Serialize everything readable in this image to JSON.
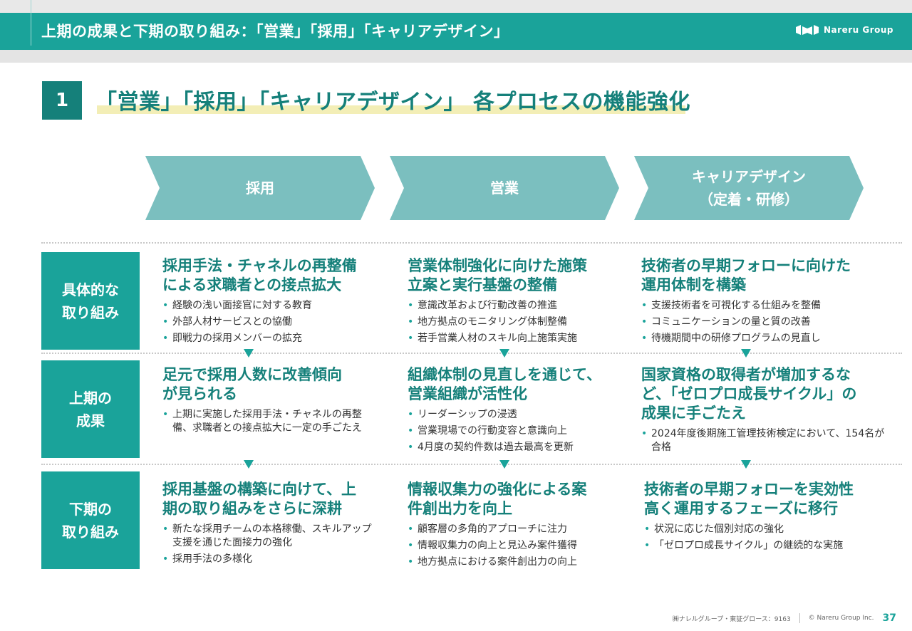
{
  "header": {
    "title": "上期の成果と下期の取り組み：「営業」「採用」「キャリアデザイン」",
    "logo_text": "Nareru Group"
  },
  "section": {
    "number": "1",
    "title": "「営業」「採用」「キャリアデザイン」 各プロセスの機能強化"
  },
  "columns": [
    {
      "line1": "採用",
      "line2": ""
    },
    {
      "line1": "営業",
      "line2": ""
    },
    {
      "line1": "キャリアデザイン",
      "line2": "（定着・研修）"
    }
  ],
  "rows": [
    {
      "label1": "具体的な",
      "label2": "取り組み"
    },
    {
      "label1": "上期の",
      "label2": "成果"
    },
    {
      "label1": "下期の",
      "label2": "取り組み"
    }
  ],
  "cells": [
    [
      {
        "head1": "採用手法・チャネルの再整備",
        "head2": "による求職者との接点拡大",
        "head3": "",
        "bullets": [
          "経験の浅い面接官に対する教育",
          "外部人材サービスとの協働",
          "即戦力の採用メンバーの拡充"
        ]
      },
      {
        "head1": "営業体制強化に向けた施策",
        "head2": "立案と実行基盤の整備",
        "head3": "",
        "bullets": [
          "意識改革および行動改善の推進",
          "地方拠点のモニタリング体制整備",
          "若手営業人材のスキル向上施策実施"
        ]
      },
      {
        "head1": "技術者の早期フォローに向けた",
        "head2": "運用体制を構築",
        "head3": "",
        "bullets": [
          "支援技術者を可視化する仕組みを整備",
          "コミュニケーションの量と質の改善",
          "待機期間中の研修プログラムの見直し"
        ]
      }
    ],
    [
      {
        "head1": "足元で採用人数に改善傾向",
        "head2": "が見られる",
        "head3": "",
        "bullets": [
          "上期に実施した採用手法・チャネルの再整備、求職者との接点拡大に一定の手ごたえ"
        ]
      },
      {
        "head1": "組織体制の見直しを通じて、",
        "head2": "営業組織が活性化",
        "head3": "",
        "bullets": [
          "リーダーシップの浸透",
          "営業現場での行動変容と意識向上",
          "4月度の契約件数は過去最高を更新"
        ]
      },
      {
        "head1": "国家資格の取得者が増加するな",
        "head2": "ど、「ゼロプロ成長サイクル」の",
        "head3": "成果に手ごたえ",
        "bullets": [
          "2024年度後期施工管理技術検定において、154名が合格"
        ]
      }
    ],
    [
      {
        "head1": "採用基盤の構築に向けて、上",
        "head2": "期の取り組みをさらに深耕",
        "head3": "",
        "bullets": [
          "新たな採用チームの本格稼働、スキルアップ支援を通じた面接力の強化",
          "採用手法の多様化"
        ]
      },
      {
        "head1": "情報収集力の強化による案",
        "head2": "件創出力を向上",
        "head3": "",
        "bullets": [
          "顧客層の多角的アプローチに注力",
          "情報収集力の向上と見込み案件獲得",
          "地方拠点における案件創出力の向上"
        ]
      },
      {
        "head1": "技術者の早期フォローを実効性",
        "head2": "高く運用するフェーズに移行",
        "head3": "",
        "bullets": [
          "状況に応じた個別対応の強化",
          "「ゼロプロ成長サイクル」の継続的な実施"
        ]
      }
    ]
  ],
  "footer": {
    "company": "㈱ナレルグループ・東証グロース：9163",
    "copyright": "© Nareru Group Inc.",
    "page": "37"
  },
  "colors": {
    "teal": "#1aa39a",
    "dark_teal": "#15807a",
    "chevron": "#7bbfbf",
    "highlight": "#f3eeb6"
  }
}
